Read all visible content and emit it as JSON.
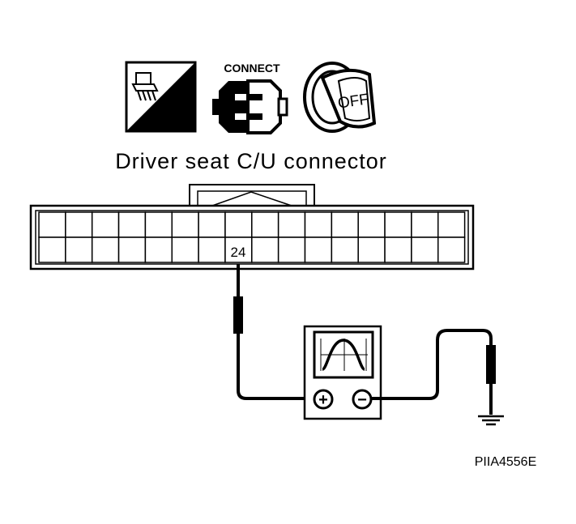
{
  "icons": {
    "harness_label": "H.S.",
    "connect_label": "CONNECT",
    "ignition_label": "OFF"
  },
  "connector": {
    "title": "Driver seat C/U connector",
    "terminal_label": "24",
    "columns": 16,
    "rows": 2
  },
  "meter": {
    "positive_symbol": "+",
    "negative_symbol": "−",
    "display_icon": "sine-wave-icon"
  },
  "figure_code": "PIIA4556E"
}
